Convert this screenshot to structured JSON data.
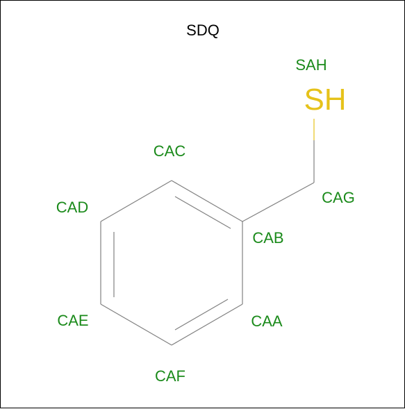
{
  "molecule": {
    "title": "SDQ"
  },
  "colors": {
    "carbon_label": "#1a8a1a",
    "sulfur": "#e6c21a",
    "bond": "#808080",
    "title": "#000000"
  },
  "atoms": {
    "SAH": {
      "name": "SAH",
      "symbol": "SH"
    },
    "CAG": {
      "name": "CAG"
    },
    "CAB": {
      "name": "CAB"
    },
    "CAC": {
      "name": "CAC"
    },
    "CAD": {
      "name": "CAD"
    },
    "CAE": {
      "name": "CAE"
    },
    "CAF": {
      "name": "CAF"
    },
    "CAA": {
      "name": "CAA"
    }
  }
}
